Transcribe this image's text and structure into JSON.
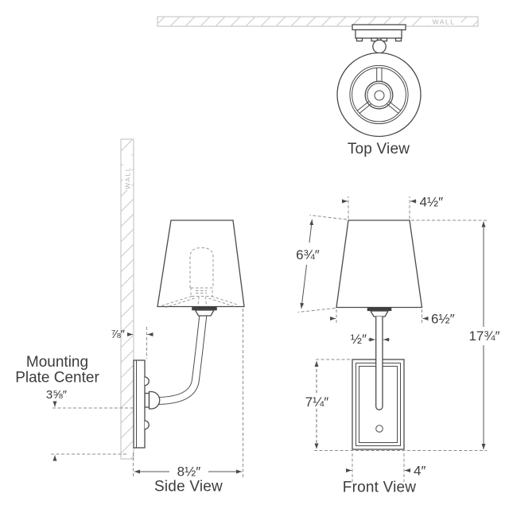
{
  "drawing": {
    "wall_label": "WALL",
    "top_view": {
      "label": "Top View"
    },
    "side_view": {
      "label": "Side View",
      "annotation": {
        "line1": "Mounting",
        "line2": "Plate Center",
        "value": "3⅝″"
      },
      "dimensions": {
        "backplate_depth": "⅞″",
        "extension": "8½″"
      }
    },
    "front_view": {
      "label": "Front View",
      "dimensions": {
        "shade_top_width": "4½″",
        "shade_slant_height": "6¾″",
        "shade_bottom_width": "6½″",
        "stem_width": "½″",
        "overall_height": "17¾″",
        "backplate_height": "7¼″",
        "backplate_width": "4″"
      }
    },
    "colors": {
      "line": "#4a4a4a",
      "dashed": "#8c8c8c",
      "wall": "#bdbdbd",
      "text": "#3c3c3c"
    }
  }
}
